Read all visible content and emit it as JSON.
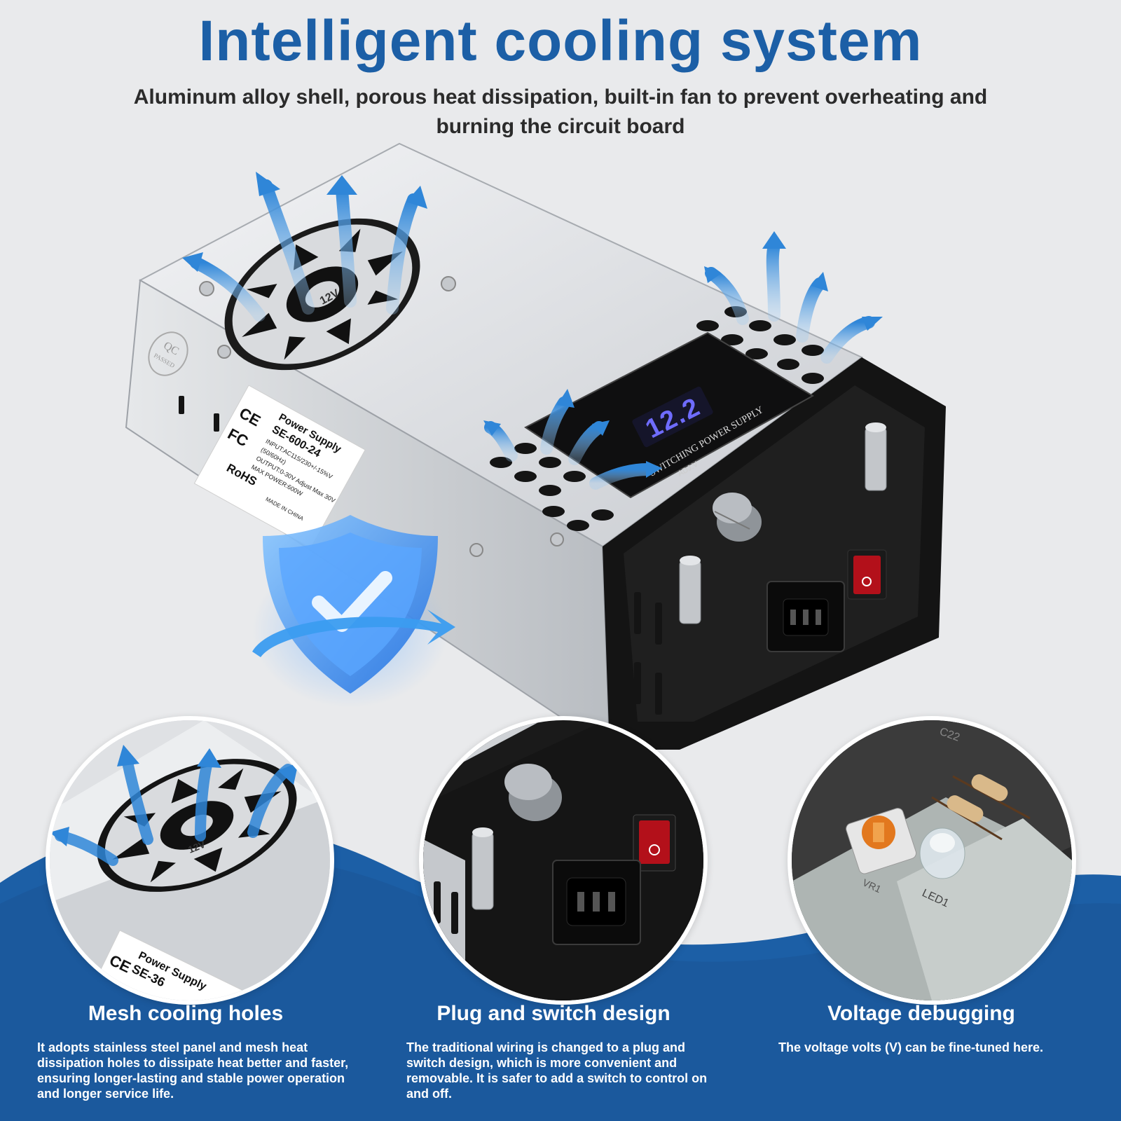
{
  "headline": "Intelligent cooling system",
  "subheadline": "Aluminum alloy shell, porous heat dissipation, built-in fan to prevent overheating and burning the circuit board",
  "colors": {
    "brand_blue": "#1c5fa6",
    "background": "#e9eaec",
    "arrow_blue": "#2f86d8",
    "display_digits": "#6f6cff"
  },
  "product": {
    "label": {
      "title": "Power Supply",
      "model": "SE-600-24",
      "input": "INPUT:AC115/230+/-15%V",
      "frequency": "(50/60Hz)",
      "output": "OUTPUT:0-30V Adjust Max 30V",
      "max_power": "MAX POWER:600W",
      "made_in": "MADE IN CHINA",
      "marks": [
        "CE",
        "FC",
        "RoHS"
      ]
    },
    "qc_stamp": {
      "top": "QC",
      "bottom": "PASSED"
    },
    "display_reading": "12.2",
    "panel_text": "SWITCHING POWER SUPPLY",
    "adjust_label": "ADJ.V",
    "fan_label": "12V",
    "pcb_labels": {
      "cap": "C22",
      "pot": "VR1",
      "led": "LED1"
    },
    "icons": [
      "airflow-arrow-icon",
      "shield-check-icon",
      "fan-icon",
      "knob-icon",
      "power-switch-icon",
      "ac-socket-icon"
    ]
  },
  "features": [
    {
      "title": "Mesh cooling holes",
      "description": "It adopts stainless steel panel and mesh heat dissipation holes to dissipate heat better and faster, ensuring longer-lasting and stable power operation and longer service life.",
      "detail_label_title": "Power Supply",
      "detail_label_model": "SE-36"
    },
    {
      "title": "Plug and switch design",
      "description": "The traditional wiring is changed to a plug and switch design, which is more convenient and removable. It is safer to add a switch to control on and off."
    },
    {
      "title": "Voltage debugging",
      "description": "The voltage volts (V) can be fine-tuned here."
    }
  ]
}
